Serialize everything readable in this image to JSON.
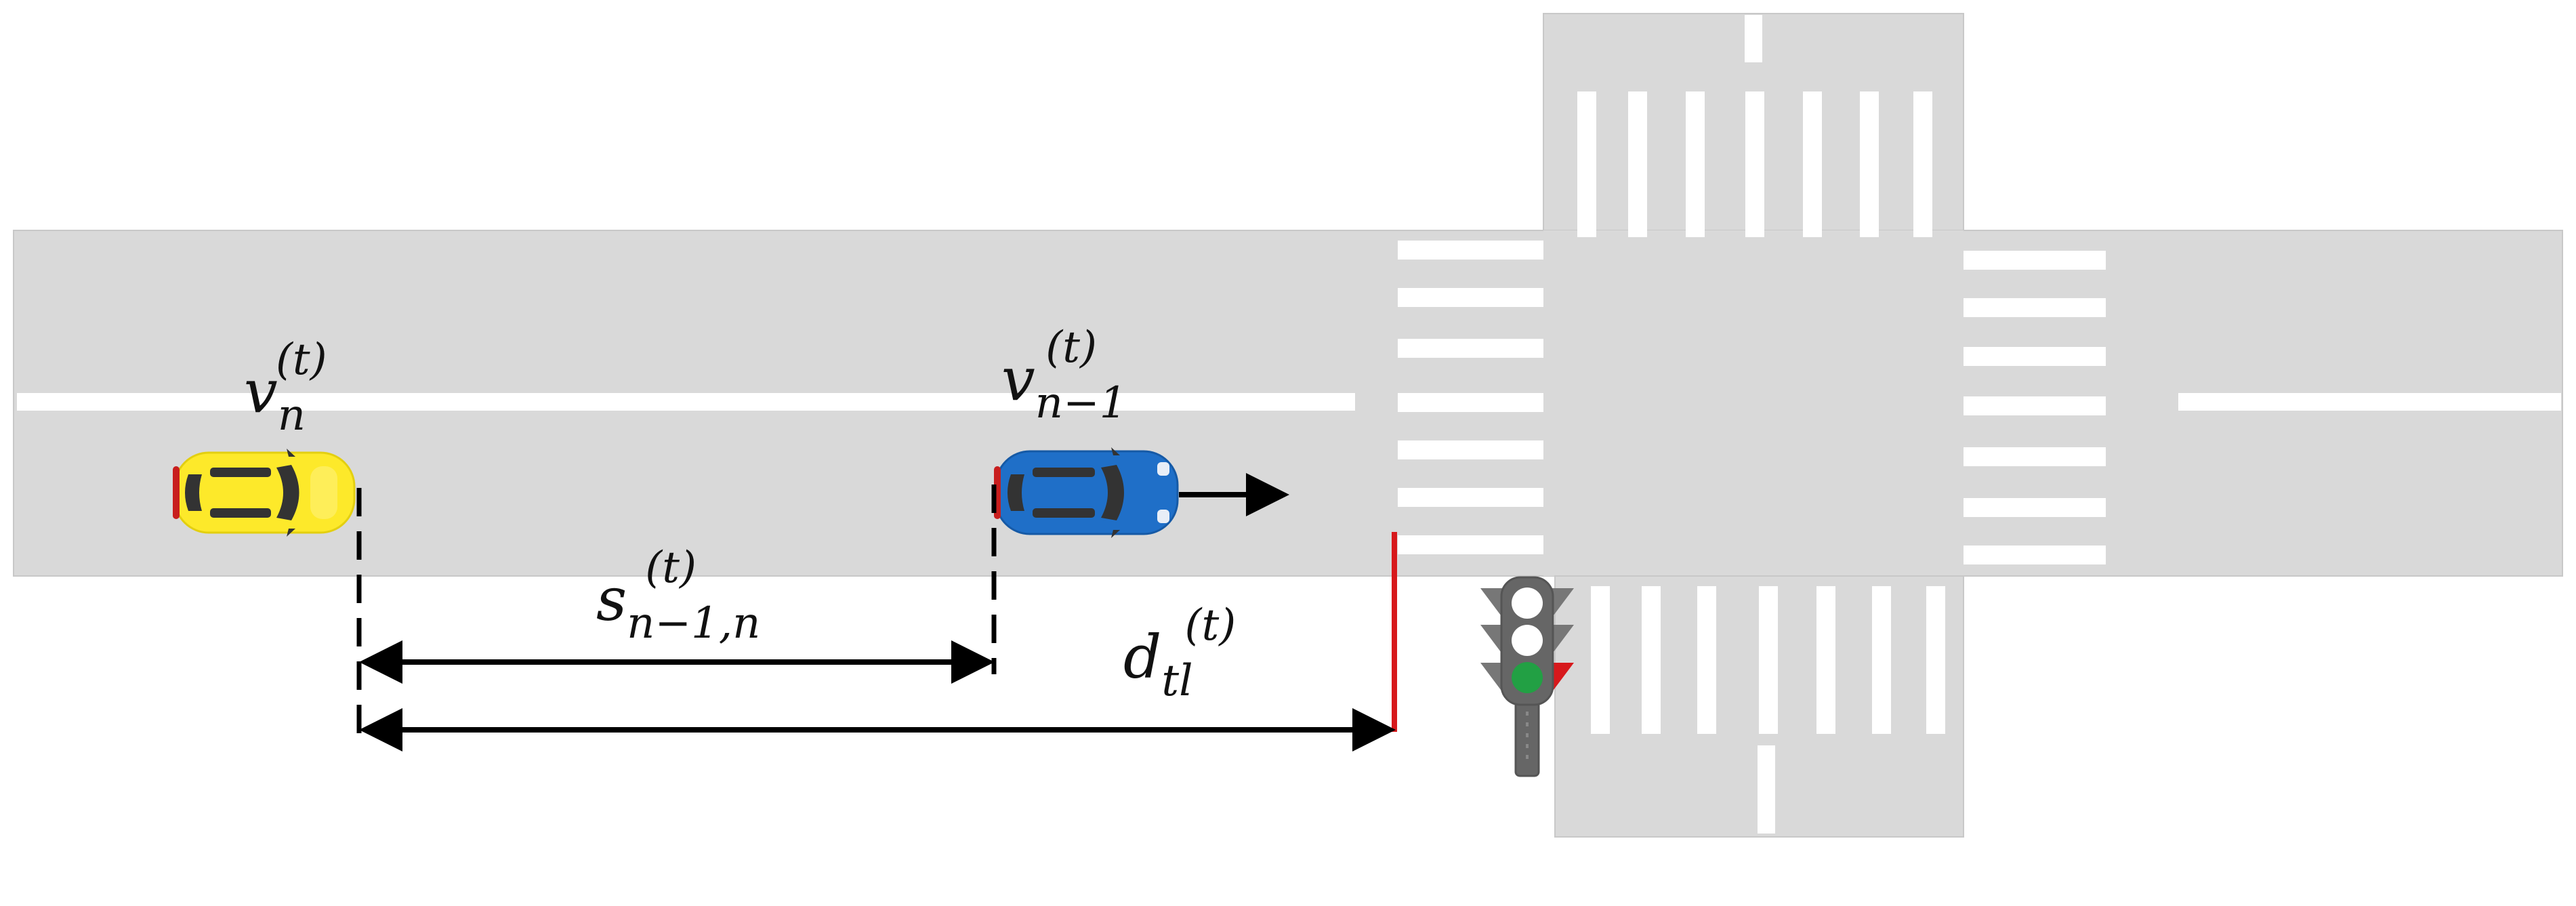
{
  "labels": {
    "v_follow": {
      "base": "v",
      "sub": "n",
      "sup": "(t)"
    },
    "v_lead": {
      "base": "v",
      "sub": "n−1",
      "sup": "(t)"
    },
    "gap": {
      "base": "s",
      "sub": "n−1,n",
      "sup": "(t)"
    },
    "dist": {
      "base": "d",
      "sub": "tl",
      "sup": "(t)"
    }
  },
  "colors": {
    "road": "#d9d9d9",
    "marking": "#ffffff",
    "follower_car": "#fde92a",
    "leader_car": "#1f6fc8",
    "stop_line": "#d7191c",
    "green_light": "#22a044",
    "arrow": "#000000"
  },
  "icons": {
    "follower": "car-icon",
    "leader": "car-icon",
    "signal": "traffic-light-icon"
  }
}
